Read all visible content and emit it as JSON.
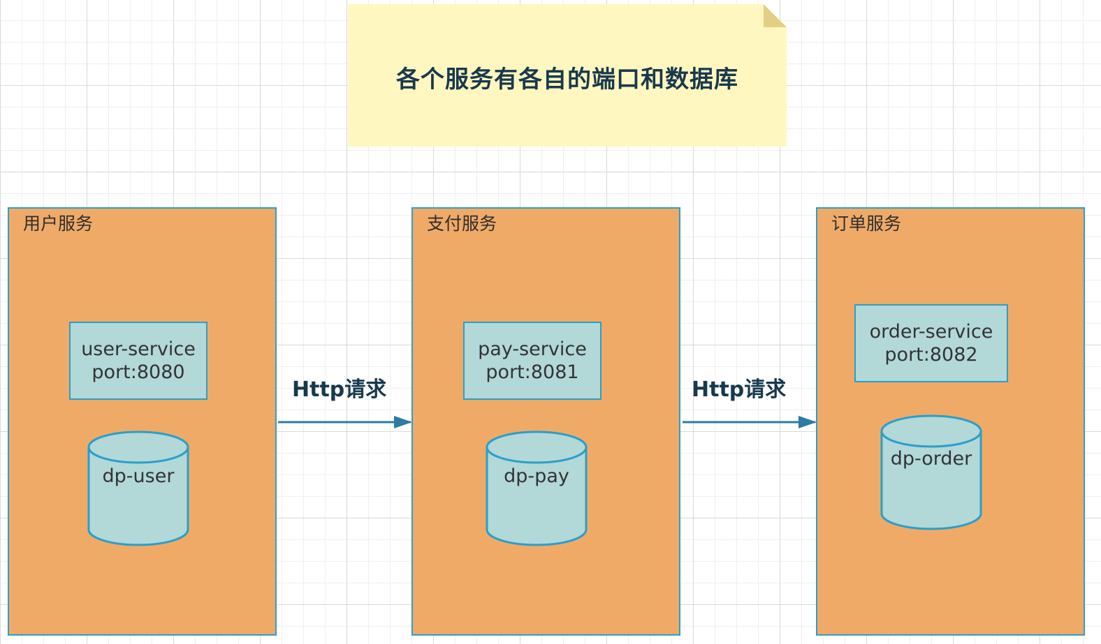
{
  "note": {
    "text": "各个服务有各自的端口和数据库"
  },
  "services": [
    {
      "title": "用户服务",
      "service_name": "user-service",
      "port": "port:8080",
      "db": "dp-user"
    },
    {
      "title": "支付服务",
      "service_name": "pay-service",
      "port": "port:8081",
      "db": "dp-pay"
    },
    {
      "title": "订单服务",
      "service_name": "order-service",
      "port": "port:8082",
      "db": "dp-order"
    }
  ],
  "connections": [
    {
      "label": "Http请求"
    },
    {
      "label": "Http请求"
    }
  ],
  "colors": {
    "container_fill": "#f0aa68",
    "inner_fill": "#b2d8d8",
    "stroke": "#2b9fc9",
    "arrow": "#2e7aa3",
    "note_fill": "#fff7bf",
    "note_text": "#17394d"
  }
}
